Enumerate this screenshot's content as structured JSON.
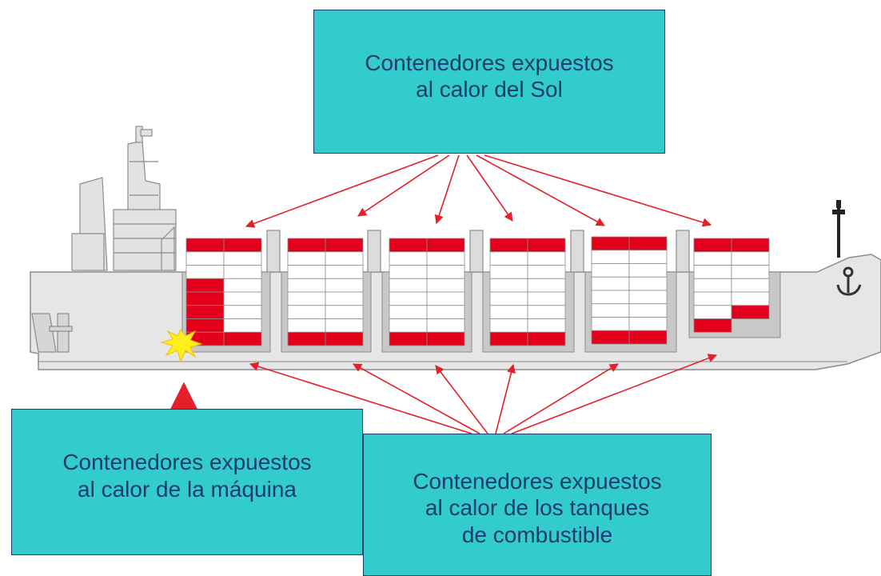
{
  "callouts": {
    "sun": {
      "lines": [
        "Contenedores expuestos",
        "al calor del Sol"
      ]
    },
    "engine": {
      "lines": [
        "Contenedores expuestos",
        "al calor de la máquina"
      ]
    },
    "tanks": {
      "lines": [
        "Contenedores expuestos",
        "al calor de los tanques",
        "de combustible"
      ]
    }
  },
  "colors": {
    "callout_fill": "#33cccc",
    "callout_text": "#1f3b73",
    "heated_container": "#e3001b",
    "arrow": "#e3202a",
    "hull": "#e6e6e6",
    "hold": "#c8c8c8",
    "outline": "#8c8c8c",
    "engine_flash": "#ffef1a"
  },
  "holds": [
    {
      "name": "hold-1",
      "top_row_red": true,
      "bottom_row_red": true,
      "side_stack_red": true
    },
    {
      "name": "hold-2",
      "top_row_red": true,
      "bottom_row_red": true
    },
    {
      "name": "hold-3",
      "top_row_red": true,
      "bottom_row_red": true
    },
    {
      "name": "hold-4",
      "top_row_red": true,
      "bottom_row_red": true
    },
    {
      "name": "hold-5",
      "top_row_red": true,
      "bottom_row_red": true
    },
    {
      "name": "hold-6",
      "top_row_red": true,
      "bottom_row_red": true,
      "stepped_bottom": true
    }
  ]
}
